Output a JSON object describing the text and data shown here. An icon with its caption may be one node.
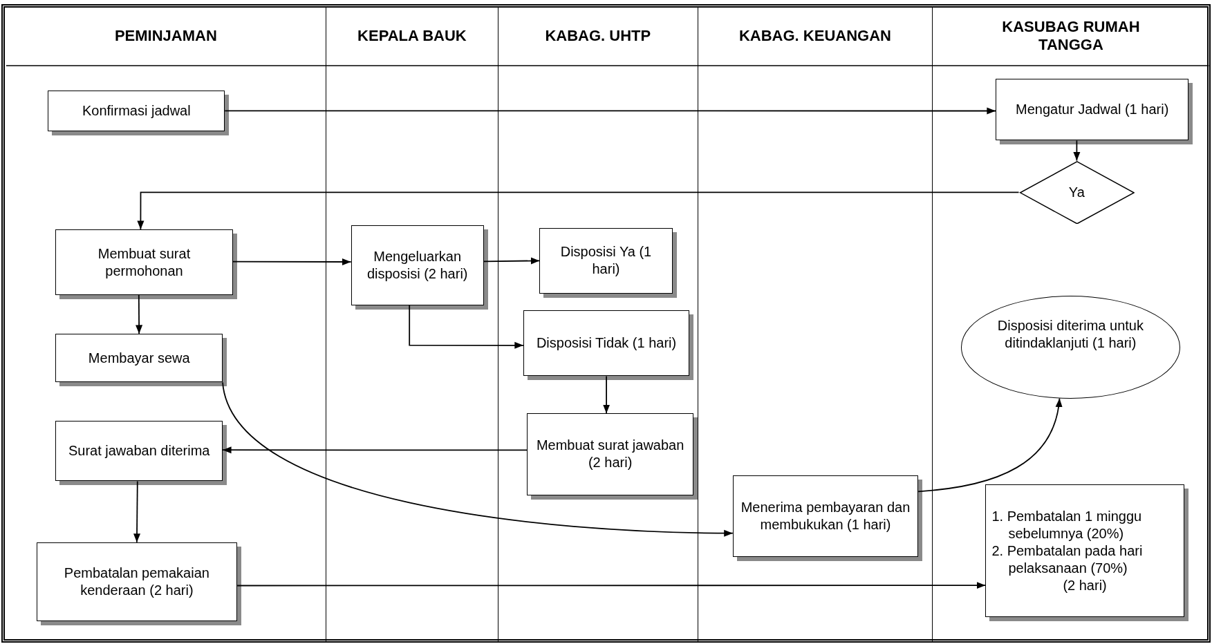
{
  "diagram": {
    "nodes": [
      {
        "text": [
          "PEMINJAMAN"
        ]
      },
      {
        "text": [
          "KEPALA BAUK"
        ]
      },
      {
        "text": [
          "KABAG. UHTP"
        ]
      },
      {
        "text": [
          "KABAG. KEUANGAN"
        ]
      },
      {
        "text": [
          "KASUBAG RUMAH TANGGA"
        ]
      },
      {
        "text": [
          "Konfirmasi jadwal"
        ],
        "in": 0
      },
      {
        "text": [
          "Mengatur Jadwal (1 hari)"
        ],
        "in": 4
      },
      {
        "text": [
          "Ya"
        ],
        "in": 4
      },
      {
        "text": [
          "Membuat surat permohonan"
        ],
        "in": 0
      },
      {
        "text": [
          "Mengeluarkan disposisi (2 hari)"
        ],
        "in": 1
      },
      {
        "text": [
          "Disposisi Ya (1 hari)"
        ],
        "in": 2
      },
      {
        "text": [
          "Membayar sewa"
        ],
        "in": 0
      },
      {
        "text": [
          "Disposisi Tidak (1 hari)"
        ],
        "in": 2
      },
      {
        "text": [
          "Disposisi diterima untuk ditindaklanjuti (1 hari)"
        ],
        "in": 4
      },
      {
        "text": [
          "Surat jawaban diterima"
        ],
        "in": 0
      },
      {
        "text": [
          "Membuat surat jawaban (2 hari)"
        ],
        "in": 2
      },
      {
        "text": [
          "Menerima pembayaran dan membukukan (1 hari)"
        ],
        "in": 3
      },
      {
        "text": [
          "1. Pembatalan 1 minggu sebelumnya (20%)",
          "2. Pembatalan pada hari pelaksanaan (70%)",
          "(2 hari)"
        ],
        "in": 4
      },
      {
        "text": [
          "Pembatalan pemakaian kenderaan (2 hari)"
        ],
        "in": 0
      }
    ],
    "edges": [
      {
        "from": 5,
        "to": 6,
        "arrow": "to"
      },
      {
        "from": 6,
        "to": 7,
        "arrow": "to"
      },
      {
        "from": 7,
        "to": 8,
        "arrow": "to"
      },
      {
        "from": 8,
        "to": 11,
        "arrow": "to"
      },
      {
        "from": 8,
        "to": 9,
        "arrow": "to"
      },
      {
        "from": 9,
        "to": 10,
        "arrow": "to"
      },
      {
        "from": 9,
        "to": 12,
        "arrow": "to"
      },
      {
        "from": 12,
        "to": 15,
        "arrow": "to"
      },
      {
        "from": 11,
        "to": 16,
        "arrow": "to"
      },
      {
        "from": 15,
        "to": 14,
        "arrow": "to"
      },
      {
        "from": 14,
        "to": 18,
        "arrow": "to"
      },
      {
        "from": 18,
        "to": 17,
        "arrow": "to"
      },
      {
        "from": 16,
        "to": 13,
        "arrow": "to"
      }
    ]
  }
}
